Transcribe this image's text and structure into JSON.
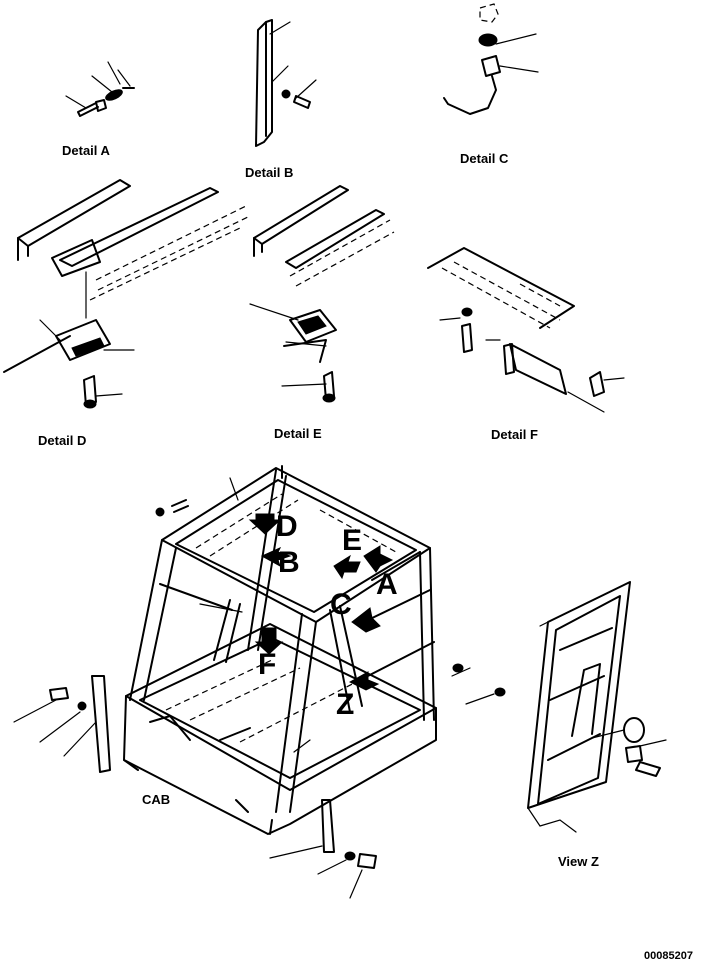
{
  "labels": {
    "detail_a": "Detail A",
    "detail_b": "Detail B",
    "detail_c": "Detail C",
    "detail_d": "Detail D",
    "detail_e": "Detail E",
    "detail_f": "Detail F",
    "cab": "CAB",
    "view_z": "View Z"
  },
  "view_markers": {
    "d": "D",
    "e": "E",
    "b": "B",
    "a": "A",
    "c": "C",
    "f": "F",
    "z": "Z"
  },
  "drawing_code": "00085207"
}
